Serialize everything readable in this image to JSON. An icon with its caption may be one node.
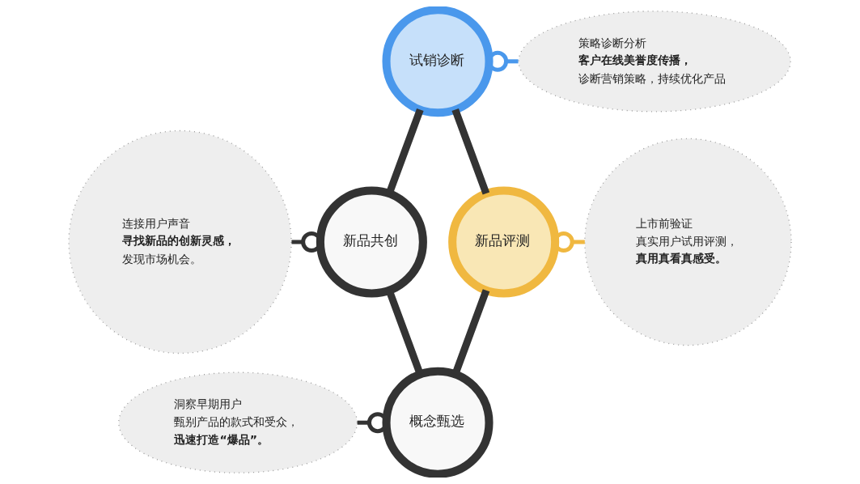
{
  "diagram": {
    "nodes": [
      {
        "text": [
          "策略诊断分析",
          "客户在线美誉度传播，",
          "诊断营销策略，持续优化产品"
        ]
      },
      {
        "text": [
          "试销诊断"
        ]
      },
      {
        "text": [
          "连接用户声音",
          "寻找新品的创新灵感，",
          "发现市场机会。"
        ]
      },
      {
        "text": [
          "新品共创"
        ]
      },
      {
        "text": [
          "新品评测"
        ]
      },
      {
        "text": [
          "上市前验证",
          "真实用户试用评测，",
          "真用真看真感受。"
        ]
      },
      {
        "text": [
          "概念甄选"
        ]
      },
      {
        "text": [
          "洞察早期用户",
          "甄别产品的款式和受众，",
          "迅速打造“爆品”。"
        ]
      }
    ],
    "edges": [
      {
        "from": 1,
        "to": 3,
        "arrow": "none"
      },
      {
        "from": 1,
        "to": 4,
        "arrow": "none"
      },
      {
        "from": 3,
        "to": 6,
        "arrow": "none"
      },
      {
        "from": 4,
        "to": 6,
        "arrow": "none"
      },
      {
        "from": 1,
        "to": 0,
        "arrow": "other",
        "color": "#4a98ec"
      },
      {
        "from": 2,
        "to": 3,
        "arrow": "other"
      },
      {
        "from": 4,
        "to": 5,
        "arrow": "other",
        "color": "#f0b840"
      },
      {
        "from": 7,
        "to": 6,
        "arrow": "other"
      }
    ]
  }
}
